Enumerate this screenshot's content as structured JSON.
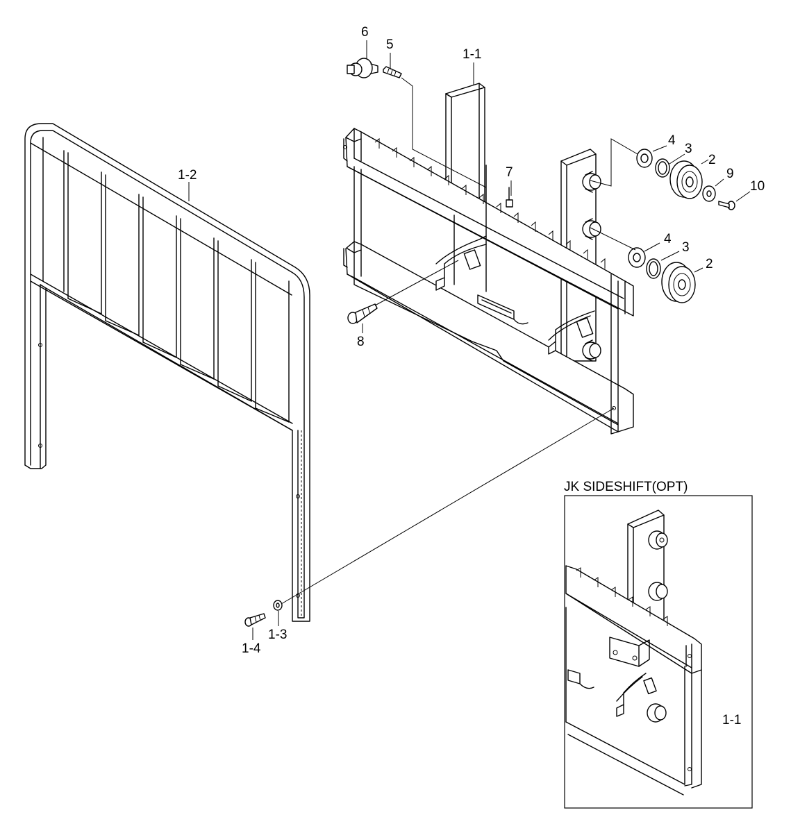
{
  "inset": {
    "title": "JK SIDESHIFT(OPT)"
  },
  "callouts": {
    "c6": "6",
    "c5": "5",
    "c1_1_top": "1-1",
    "c1_2": "1-2",
    "c7": "7",
    "c4_upper": "4",
    "c3_upper": "3",
    "c2_upper": "2",
    "c9": "9",
    "c10": "10",
    "c4_lower": "4",
    "c3_lower": "3",
    "c2_lower": "2",
    "c8": "8",
    "c1_4": "1-4",
    "c1_3": "1-3",
    "c1_1_inset": "1-1"
  }
}
